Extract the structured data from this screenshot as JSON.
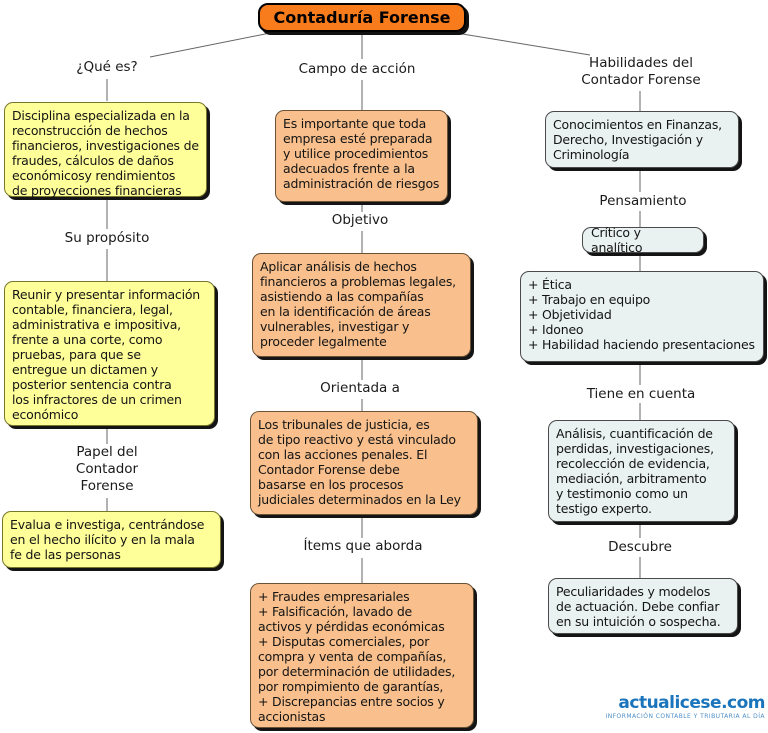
{
  "title": "Contaduría Forense",
  "colors": {
    "title_bg": "#F87C1B",
    "yellow_box": "#FFFF99",
    "orange_box": "#F9C08D",
    "bluegray_box": "#E9F1F1",
    "line": "#666666",
    "brand_blue": "#1B75BC"
  },
  "map": {
    "left": {
      "label1": "¿Qué es?",
      "box1": "Disciplina especializada en la\nreconstrucción de hechos\nfinancieros, investigaciones de\nfraudes, cálculos de daños\neconómicosy rendimientos\nde proyecciones financieras",
      "label2": "Su propósito",
      "box2": "Reunir y presentar información\ncontable, financiera, legal,\nadministrativa e impositiva,\nfrente a una corte, como\npruebas, para que se\nentregue un dictamen y\nposterior sentencia contra\nlos infractores de un crimen\neconómico",
      "label3": "Papel del\nContador\nForense",
      "box3": "Evalua e investiga, centrándose\nen el hecho ilícito y en la mala\nfe de las personas"
    },
    "middle": {
      "label1": "Campo de acción",
      "box1": "Es importante que toda\nempresa esté preparada\ny utilice procedimientos\nadecuados frente a la\nadministración de riesgos",
      "label2": "Objetivo",
      "box2": "Aplicar análisis de hechos\nfinancieros a problemas legales,\nasistiendo a las compañías\nen la identificación de áreas\nvulnerables, investigar y\nproceder legalmente",
      "label3": "Orientada a",
      "box3": "Los tribunales de justicia, es\nde tipo reactivo y está vinculado\ncon las acciones penales. El\nContador Forense debe\nbasarse en los procesos\njudiciales determinados en la Ley",
      "label4": "Ítems que aborda",
      "box4": "+ Fraudes empresariales\n+ Falsificación, lavado de\nactivos y pérdidas económicas\n+ Disputas comerciales, por\ncompra y venta de compañías,\npor determinación de utilidades,\npor rompimiento de garantías,\n+ Discrepancias entre socios y\naccionistas"
    },
    "right": {
      "label1": "Habilidades del\nContador Forense",
      "box1": "Conocimientos en Finanzas,\nDerecho, Investigación y\nCriminología",
      "label2": "Pensamiento",
      "box2": "Crítico y analítico",
      "box3": "+ Ética\n+ Trabajo en equipo\n+ Objetividad\n+ Idoneo\n+ Habilidad haciendo presentaciones",
      "label3": "Tiene en cuenta",
      "box4": "Análisis, cuantificación de\nperdidas, investigaciones,\nrecolección de evidencia,\nmediación, arbitramento\ny testimonio como un\ntestigo experto.",
      "label4": "Descubre",
      "box5": "Peculiaridades y modelos\nde actuación. Debe confiar\nen su intuición o sospecha."
    }
  },
  "footer": {
    "brand": "actualicese.com",
    "tagline": "INFORMACIÓN CONTABLE Y TRIBUTARIA AL DÍA"
  }
}
